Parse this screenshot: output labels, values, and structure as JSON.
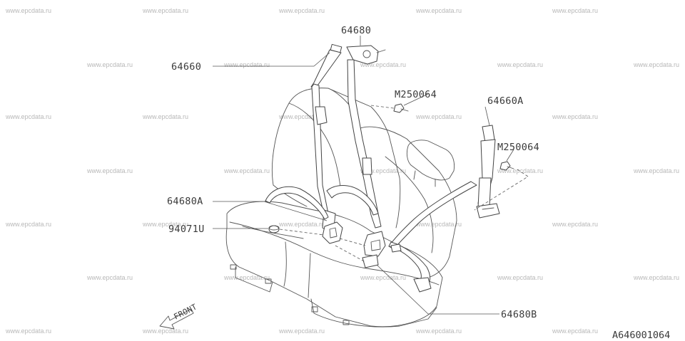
{
  "watermark": "www.epcdata.ru",
  "diagram_code": "A646001064",
  "direction_label": "FRONT",
  "callouts": {
    "belt_upper": "64680",
    "belt_left": "64660",
    "bolt_center": "M250064",
    "belt_right": "64660A",
    "bolt_right": "M250064",
    "buckle_left": "64680A",
    "bushing": "94071U",
    "buckle_right": "64680B"
  }
}
